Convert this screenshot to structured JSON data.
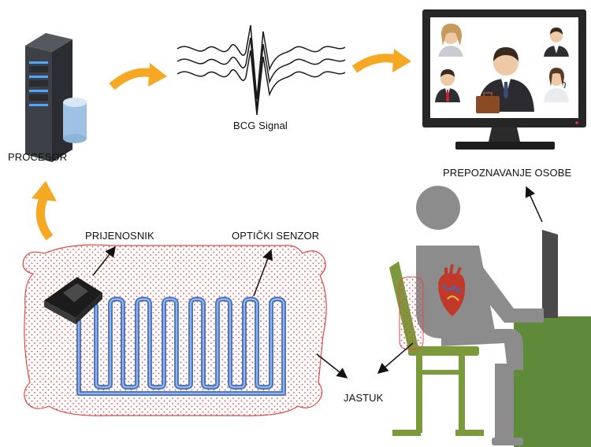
{
  "labels": {
    "processor": "PROCESOR",
    "signal": "BCG Signal",
    "recognition": "PREPOZNAVANJE OSOBE",
    "transmitter": "PRIJENOSNIK",
    "optical_sensor": "OPTIČKI SENZOR",
    "cushion": "JASTUK"
  },
  "colors": {
    "flow_arrow": "#F7A823",
    "fiber": "#4A79C9",
    "cushion_dots": "#E04848",
    "chair": "#7A9A3C",
    "desk": "#5E8A3A",
    "person": "#8C8C8C",
    "monitor": "#262626"
  }
}
